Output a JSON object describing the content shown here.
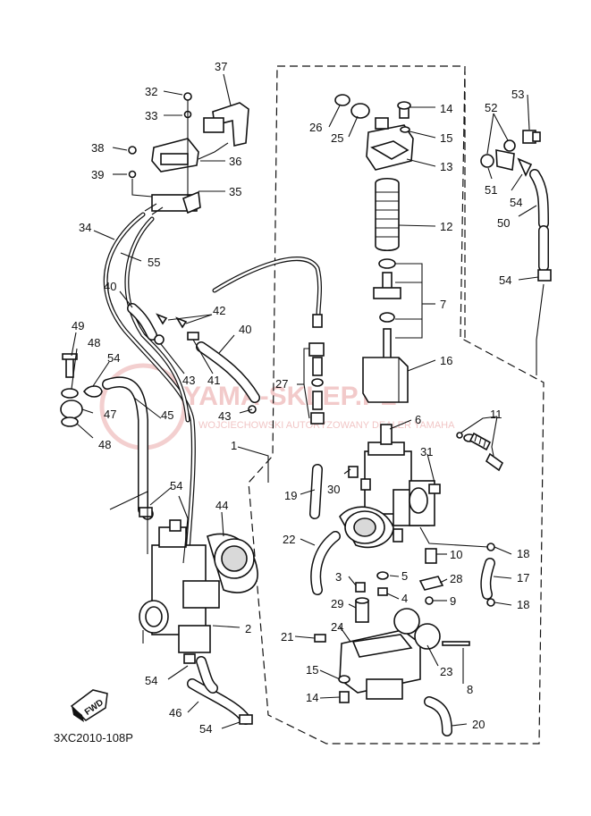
{
  "diagram": {
    "code": "3XC2010-108P",
    "fwd_label": "FWD",
    "watermark": {
      "main": "YAMA-SKLEP.PL",
      "sub": "WOJCIECHOWSKI AUTORYZOWANY DEALER YAMAHA"
    },
    "callouts": {
      "c1": "1",
      "c2": "2",
      "c3": "3",
      "c4": "4",
      "c5": "5",
      "c6": "6",
      "c7": "7",
      "c8": "8",
      "c9": "9",
      "c10": "10",
      "c11": "11",
      "c12": "12",
      "c13": "13",
      "c14a": "14",
      "c14b": "14",
      "c15a": "15",
      "c15b": "15",
      "c16": "16",
      "c17": "17",
      "c18a": "18",
      "c18b": "18",
      "c19": "19",
      "c20": "20",
      "c21": "21",
      "c22": "22",
      "c23": "23",
      "c24": "24",
      "c25": "25",
      "c26": "26",
      "c27": "27",
      "c28": "28",
      "c29": "29",
      "c30": "30",
      "c31": "31",
      "c32": "32",
      "c33": "33",
      "c34": "34",
      "c35": "35",
      "c36": "36",
      "c37": "37",
      "c38": "38",
      "c39": "39",
      "c40a": "40",
      "c40b": "40",
      "c41": "41",
      "c42": "42",
      "c43a": "43",
      "c43b": "43",
      "c44": "44",
      "c45": "45",
      "c46": "46",
      "c47": "47",
      "c48a": "48",
      "c48b": "48",
      "c49": "49",
      "c50": "50",
      "c51": "51",
      "c52": "52",
      "c53": "53",
      "c54a": "54",
      "c54b": "54",
      "c54c": "54",
      "c54d": "54",
      "c54e": "54",
      "c54f": "54",
      "c55": "55"
    }
  }
}
